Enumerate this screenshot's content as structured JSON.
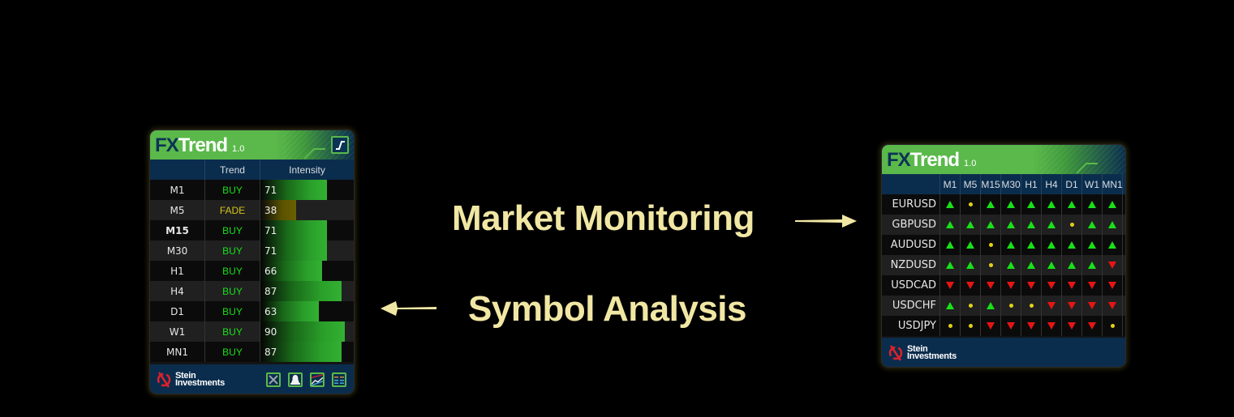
{
  "captions": {
    "market_monitoring": "Market Monitoring",
    "symbol_analysis": "Symbol Analysis"
  },
  "colors": {
    "buy": "#19e019",
    "fade": "#d4c51a",
    "sell": "#e81414",
    "neutral_dot": "#e4d017",
    "header_green": "#5ab94a",
    "navy": "#0b2d4d",
    "caption": "#f1e7a4"
  },
  "symbol_panel": {
    "logo_fx": "FX",
    "logo_trend": "Trend",
    "version": "1.0",
    "mode_icon": "trend-step-icon",
    "columns": [
      "",
      "Trend",
      "Intensity"
    ],
    "rows": [
      {
        "tf": "M1",
        "trend": "BUY",
        "intensity": 71,
        "current": false
      },
      {
        "tf": "M5",
        "trend": "FADE",
        "intensity": 38,
        "current": false
      },
      {
        "tf": "M15",
        "trend": "BUY",
        "intensity": 71,
        "current": true
      },
      {
        "tf": "M30",
        "trend": "BUY",
        "intensity": 71,
        "current": false
      },
      {
        "tf": "H1",
        "trend": "BUY",
        "intensity": 66,
        "current": false
      },
      {
        "tf": "H4",
        "trend": "BUY",
        "intensity": 87,
        "current": false
      },
      {
        "tf": "D1",
        "trend": "BUY",
        "intensity": 63,
        "current": false
      },
      {
        "tf": "W1",
        "trend": "BUY",
        "intensity": 90,
        "current": false
      },
      {
        "tf": "MN1",
        "trend": "BUY",
        "intensity": 87,
        "current": false
      }
    ],
    "brand_line1": "Stein",
    "brand_line2": "Investments",
    "footer_buttons": [
      "close-icon",
      "bell-icon",
      "chart-icon",
      "list-icon"
    ]
  },
  "market_panel": {
    "logo_fx": "FX",
    "logo_trend": "Trend",
    "version": "1.0",
    "timeframes": [
      "M1",
      "M5",
      "M15",
      "M30",
      "H1",
      "H4",
      "D1",
      "W1",
      "MN1"
    ],
    "rows": [
      {
        "symbol": "EURUSD",
        "signals": [
          "up",
          "dot",
          "up",
          "up",
          "up",
          "up",
          "up",
          "up",
          "up"
        ]
      },
      {
        "symbol": "GBPUSD",
        "signals": [
          "up",
          "up",
          "up",
          "up",
          "up",
          "up",
          "dot",
          "up",
          "up"
        ]
      },
      {
        "symbol": "AUDUSD",
        "signals": [
          "up",
          "up",
          "dot",
          "up",
          "up",
          "up",
          "up",
          "up",
          "up"
        ]
      },
      {
        "symbol": "NZDUSD",
        "signals": [
          "up",
          "up",
          "dot",
          "up",
          "up",
          "up",
          "up",
          "up",
          "dn"
        ]
      },
      {
        "symbol": "USDCAD",
        "signals": [
          "dn",
          "dn",
          "dn",
          "dn",
          "dn",
          "dn",
          "dn",
          "dn",
          "dn"
        ]
      },
      {
        "symbol": "USDCHF",
        "signals": [
          "up",
          "dot",
          "up",
          "dot",
          "dot",
          "dn",
          "dn",
          "dn",
          "dn"
        ]
      },
      {
        "symbol": "USDJPY",
        "signals": [
          "dot",
          "dot",
          "dn",
          "dn",
          "dn",
          "dn",
          "dn",
          "dn",
          "dot"
        ]
      }
    ],
    "brand_line1": "Stein",
    "brand_line2": "Investments"
  }
}
